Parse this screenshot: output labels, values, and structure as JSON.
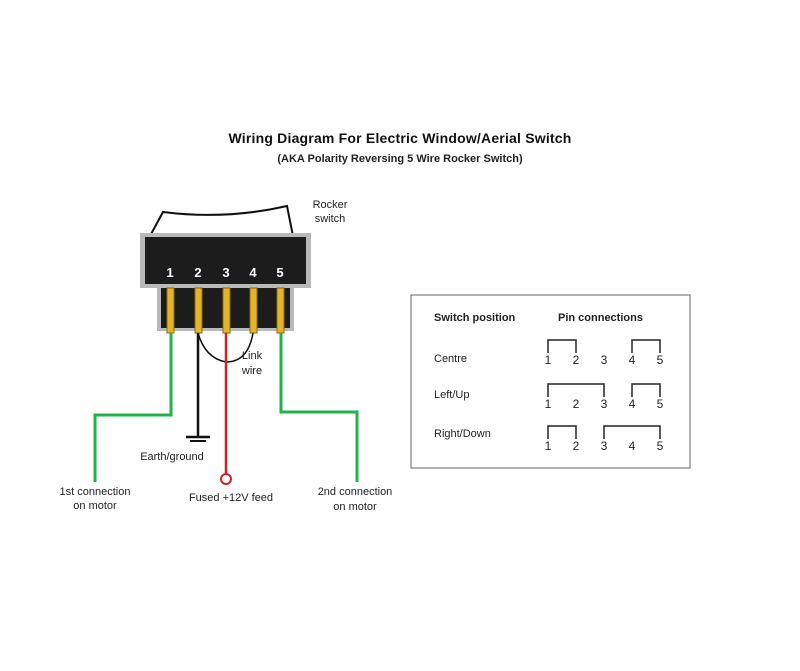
{
  "title": "Wiring Diagram For Electric Window/Aerial Switch",
  "subtitle": "(AKA Polarity Reversing 5 Wire Rocker Switch)",
  "switch": {
    "label_line1": "Rocker",
    "label_line2": "switch",
    "pins": [
      "1",
      "2",
      "3",
      "4",
      "5"
    ]
  },
  "link_wire": {
    "line1": "Link",
    "line2": "wire"
  },
  "earth_label": "Earth/ground",
  "fused_label": "Fused +12V feed",
  "motor1": {
    "line1": "1st connection",
    "line2": "on motor"
  },
  "motor2": {
    "line1": "2nd connection",
    "line2": "on motor"
  },
  "table": {
    "header_position": "Switch position",
    "header_pins": "Pin connections",
    "rows": [
      {
        "position": "Centre",
        "pins": [
          "1",
          "2",
          "3",
          "4",
          "5"
        ],
        "bridges": [
          [
            1,
            2
          ],
          [
            4,
            5
          ]
        ]
      },
      {
        "position": "Left/Up",
        "pins": [
          "1",
          "2",
          "3",
          "4",
          "5"
        ],
        "bridges": [
          [
            1,
            3
          ],
          [
            4,
            5
          ]
        ]
      },
      {
        "position": "Right/Down",
        "pins": [
          "1",
          "2",
          "3",
          "4",
          "5"
        ],
        "bridges": [
          [
            1,
            2
          ],
          [
            3,
            5
          ]
        ]
      }
    ]
  },
  "colors": {
    "switch_body": "#1c1c1c",
    "switch_bezel": "#b9b9b9",
    "pin_gold": "#e4b52a",
    "wire_green": "#22b24c",
    "wire_black": "#111111",
    "wire_red": "#d42020"
  }
}
